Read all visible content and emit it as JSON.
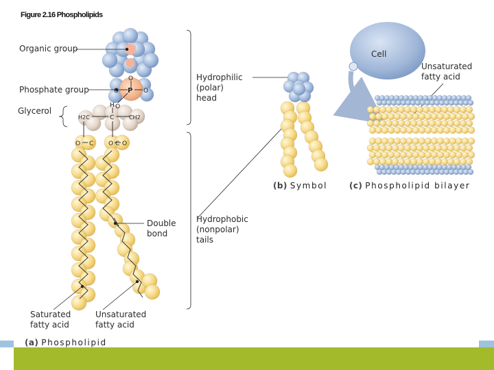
{
  "figure_title": "Figure 2.16 Phospholipids",
  "labels": {
    "organic_group": "Organic group",
    "phosphate_group": "Phosphate group",
    "glycerol": "Glycerol",
    "hydrophilic_head": "Hydrophilic\n(polar)\nhead",
    "double_bond": "Double\nbond",
    "hydrophobic_tails": "Hydrophobic\n(nonpolar)\ntails",
    "saturated_fatty_acid": "Saturated\nfatty acid",
    "unsaturated_fatty_acid_a": "Unsaturated\nfatty acid",
    "cell": "Cell",
    "unsaturated_fatty_acid_c": "Unsaturated\nfatty acid"
  },
  "atoms": {
    "o_top": "O",
    "p": "P",
    "o_right": "O",
    "o_left": "O",
    "o_bottom": "O",
    "h": "H",
    "c_mid": "C",
    "c_left": "H2C",
    "c_right": "CH2",
    "o_left2": "O",
    "c_left2": "C",
    "o_mid2": "O",
    "c_mid2": "C",
    "o_right2": "O"
  },
  "captions": {
    "a_letter": "(a)",
    "a_text": "Phospholipid",
    "b_letter": "(b)",
    "b_text": "Symbol",
    "c_letter": "(c)",
    "c_text": "Phospholipid bilayer"
  },
  "colors": {
    "head_blue": "#a9c0e0",
    "tail_yellow": "#f7dc8e",
    "phosphate_orange": "#f3b48c",
    "glycerol_beige": "#e3d5c9",
    "cell_blue": "#9fb6d8",
    "bar_green": "#a3ba2a"
  }
}
